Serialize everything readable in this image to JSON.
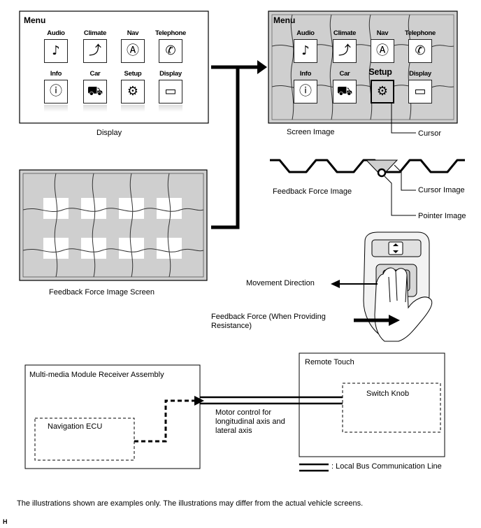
{
  "display_panel": {
    "menu_title": "Menu",
    "row1": [
      "Audio",
      "Climate",
      "Nav",
      "Telephone"
    ],
    "row2": [
      "Info",
      "Car",
      "Setup",
      "Display"
    ],
    "caption": "Display"
  },
  "screen_panel": {
    "menu_title": "Menu",
    "row1": [
      "Audio",
      "Climate",
      "Nav",
      "Telephone"
    ],
    "row2": [
      "Info",
      "Car",
      "Setup",
      "Display"
    ],
    "caption": "Screen Image"
  },
  "icons": {
    "audio": "music-note-icon",
    "climate": "seat-airflow-icon",
    "nav": "compass-icon",
    "telephone": "phone-icon",
    "info": "info-icon",
    "car": "car-icon",
    "setup": "settings-icon",
    "display": "monitor-icon"
  },
  "labels": {
    "cursor": "Cursor",
    "feedback_force_image": "Feedback Force Image",
    "cursor_image": "Cursor Image",
    "pointer_image": "Pointer Image",
    "feedback_force_image_screen": "Feedback Force Image Screen",
    "movement_direction": "Movement Direction",
    "feedback_force": "Feedback Force (When Providing Resistance)"
  },
  "block_diagram": {
    "mm_module": "Multi-media Module Receiver Assembly",
    "navigation_ecu": "Navigation ECU",
    "remote_touch": "Remote Touch",
    "switch_knob": "Switch Knob",
    "motor_control": "Motor control for longitudinal axis and lateral axis",
    "legend": ": Local Bus Communication Line"
  },
  "footer": {
    "note": "The illustrations shown are examples only. The illustrations may differ from the actual vehicle screens.",
    "code": "H"
  },
  "colors": {
    "screen_gray": "#cfcfcf",
    "line": "#000000"
  }
}
